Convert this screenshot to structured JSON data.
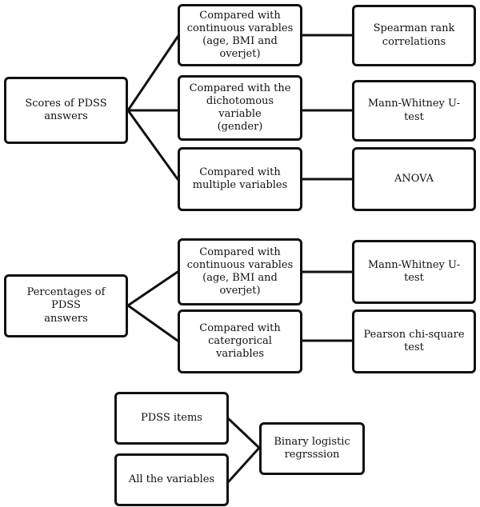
{
  "section1": {
    "root": "Scores of  PDSS\nanswers",
    "middle": [
      "Compared with\ncontinuous varables\n(age, BMI and\noverjet)",
      "Compared with the\ndichotomous variable\n(gender)",
      "Compared with\nmultiple variables"
    ],
    "tests": [
      "Spearman rank\ncorrelations",
      "Mann-Whitney U-test",
      "ANOVA"
    ]
  },
  "section2": {
    "root": "Percentages of PDSS\nanswers",
    "middle": [
      "Compared with\ncontinuous varables\n(age, BMI and\noverjet)",
      "Compared with\ncatergorical variables"
    ],
    "tests": [
      "Mann-Whitney U-test",
      "Pearson chi-square\ntest"
    ]
  },
  "section3": {
    "inputs": [
      "PDSS items",
      "All the variables"
    ],
    "result": "Binary logistic\nregrsssion"
  }
}
